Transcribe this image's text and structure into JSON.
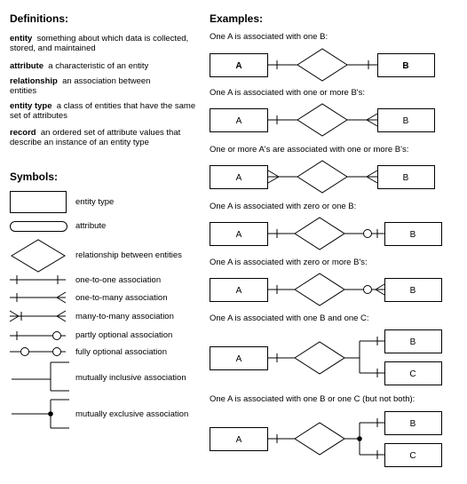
{
  "definitions": {
    "title": "Definitions:",
    "items": [
      {
        "term": "entity",
        "text": "something about which data is collected, stored, and maintained"
      },
      {
        "term": "attribute",
        "text": "a characteristic of an entity"
      },
      {
        "term": "relationship",
        "text": "an association between entities"
      },
      {
        "term": "entity type",
        "text": "a class of entities that have the same set of attributes"
      },
      {
        "term": "record",
        "text": "an ordered set of attribute values that describe an instance of an entity type"
      }
    ]
  },
  "symbols": {
    "title": "Symbols:",
    "labels": {
      "entity_type": "entity type",
      "attribute": "attribute",
      "relationship": "relationship between entities",
      "one_to_one": "one-to-one association",
      "one_to_many": "one-to-many association",
      "many_to_many": "many-to-many association",
      "partly_optional": "partly optional association",
      "fully_optional": "fully optional association",
      "mutually_inclusive": "mutually inclusive association",
      "mutually_exclusive": "mutually exclusive association"
    }
  },
  "examples": {
    "title": "Examples:",
    "captions": [
      "One A is associated with one B:",
      "One A is associated with one or more B's:",
      "One or more A's are associated with one or more B's:",
      "One A is associated with zero or one B:",
      "One A is associated with zero or more B's:",
      "One A is associated with one B and one C:",
      "One A is associated with one B or one C (but not both):"
    ],
    "entity_a": "A",
    "entity_b": "B",
    "entity_c": "C"
  }
}
